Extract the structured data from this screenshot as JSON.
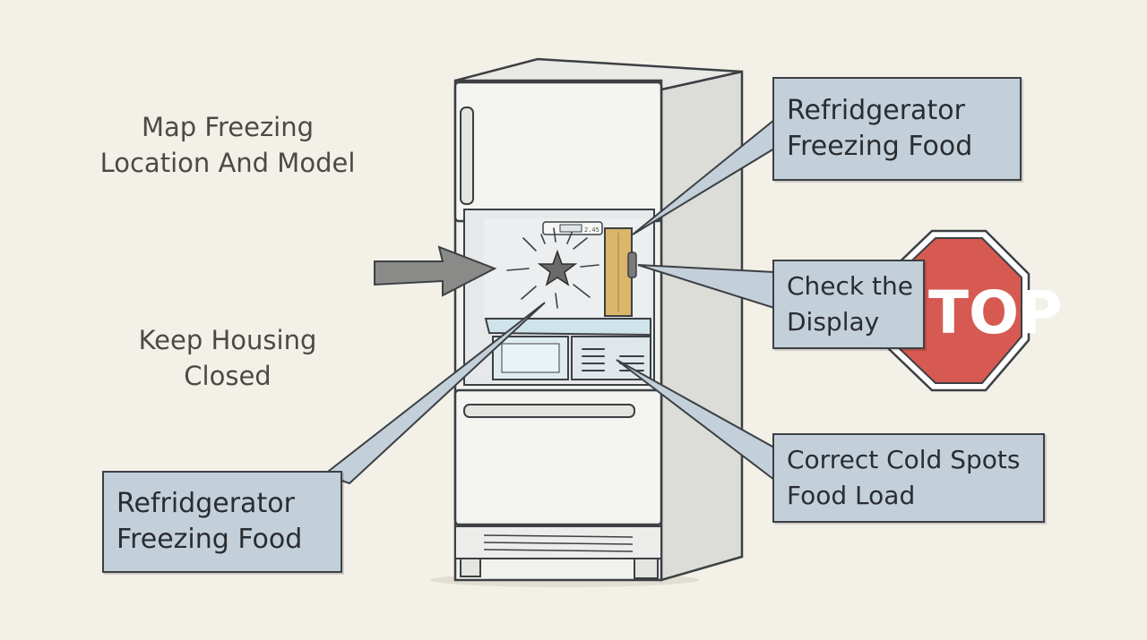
{
  "labels": {
    "map_freezing": [
      "Map Freezing",
      "Location And Model"
    ],
    "keep_housing": [
      "Keep Housing",
      "Closed"
    ]
  },
  "callouts": {
    "top_right": [
      "Refridgerator",
      "Freezing Food"
    ],
    "check_display": [
      "Check the",
      "Display"
    ],
    "cold_spots": [
      "Correct Cold Spots",
      "Food Load"
    ],
    "bottom_left": [
      "Refridgerator",
      "Freezing Food"
    ]
  },
  "stop_sign": {
    "text": "TOP",
    "color": "#d65a52"
  },
  "display_panel": {
    "readout": "2.45"
  },
  "colors": {
    "background": "#f3f0e8",
    "callout_fill": "#c3d0da",
    "outline": "#3c4044",
    "fridge_body": "#f1f1ee",
    "fridge_side": "#dcdcd8",
    "duct": "#dbb56a",
    "arrow": "#8a8a88"
  },
  "icons": [
    "star-icon",
    "arrow-right-icon",
    "stop-sign-icon"
  ]
}
